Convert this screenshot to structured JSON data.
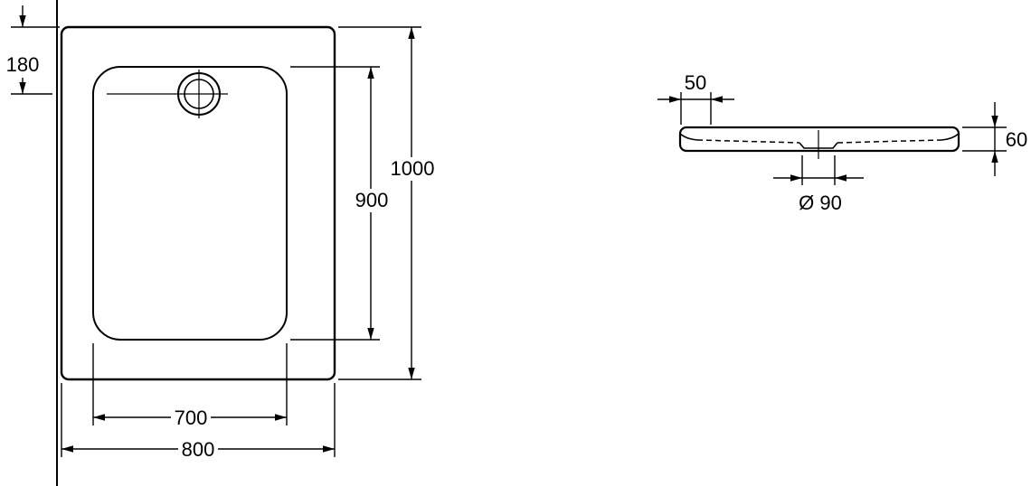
{
  "colors": {
    "background": "#ffffff",
    "line": "#000000"
  },
  "plan_view": {
    "dim_drain_offset": "180",
    "dim_overall_length": "1000",
    "dim_basin_length": "900",
    "dim_basin_width": "700",
    "dim_overall_width": "800"
  },
  "side_view": {
    "dim_rim_width": "50",
    "dim_height": "60",
    "dim_drain_diameter": "Ø 90"
  }
}
